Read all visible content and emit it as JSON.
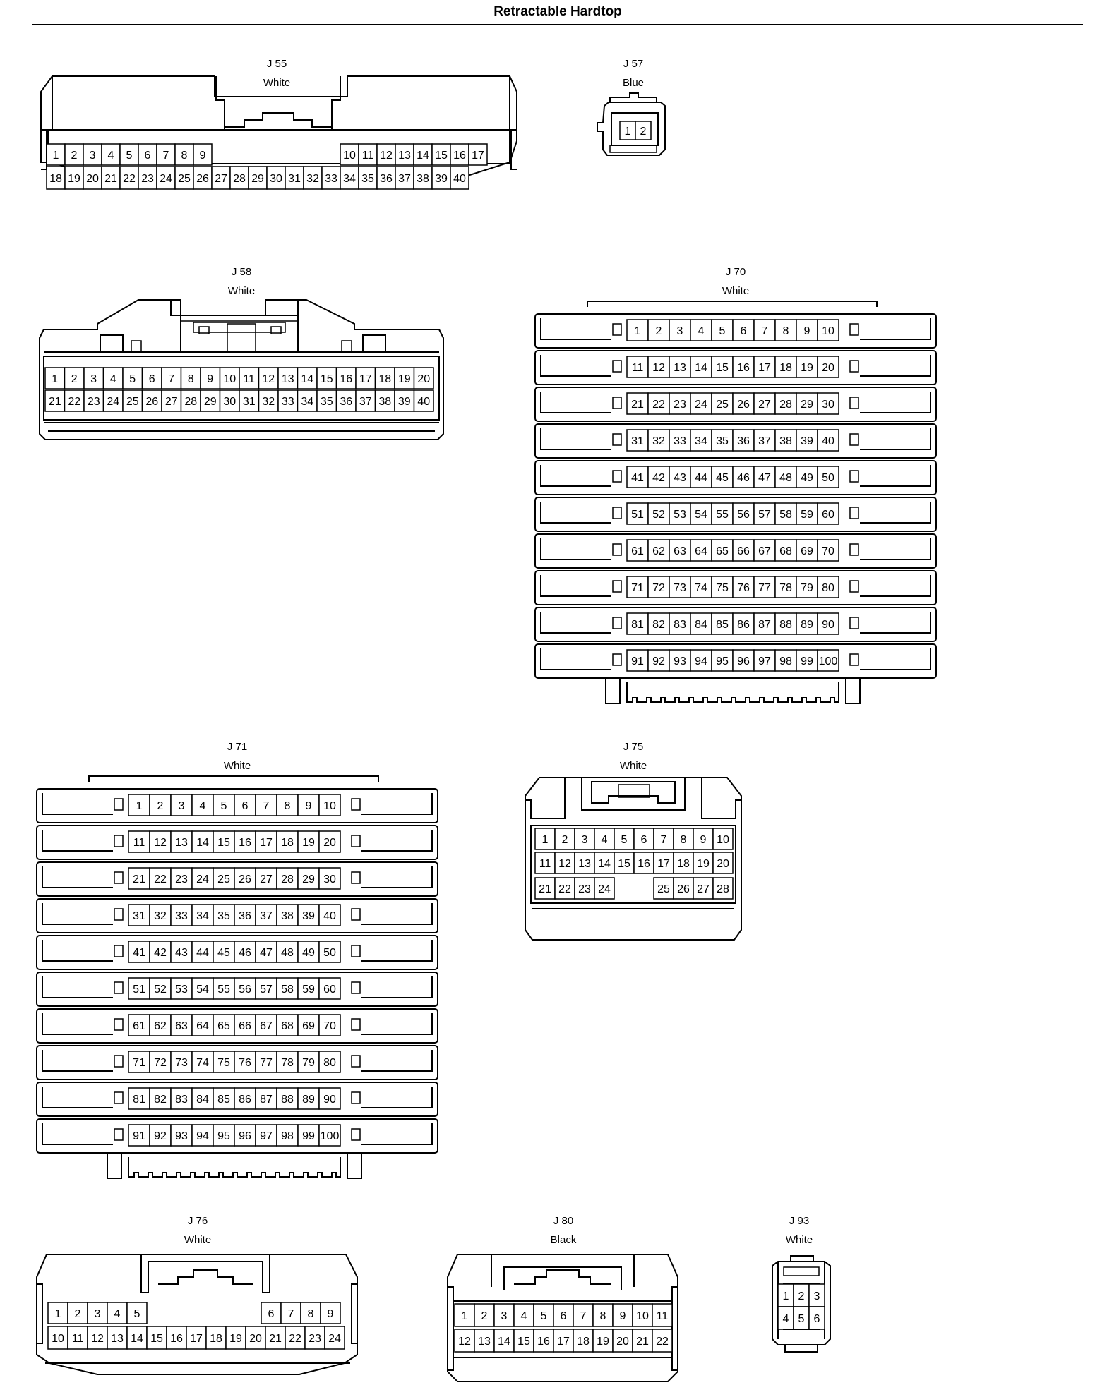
{
  "page": {
    "title": "Retractable Hardtop"
  },
  "connectors": {
    "j55": {
      "id": "J 55",
      "color": "White"
    },
    "j57": {
      "id": "J 57",
      "color": "Blue"
    },
    "j58": {
      "id": "J 58",
      "color": "White"
    },
    "j70": {
      "id": "J 70",
      "color": "White"
    },
    "j71": {
      "id": "J 71",
      "color": "White"
    },
    "j75": {
      "id": "J 75",
      "color": "White"
    },
    "j76": {
      "id": "J 76",
      "color": "White"
    },
    "j80": {
      "id": "J 80",
      "color": "Black"
    },
    "j93": {
      "id": "J 93",
      "color": "White"
    }
  },
  "pins": {
    "j55": [
      [
        1,
        2,
        3,
        4,
        5,
        6,
        7,
        8,
        9,
        10,
        11,
        12,
        13,
        14,
        15,
        16,
        17
      ],
      [
        18,
        19,
        20,
        21,
        22,
        23,
        24,
        25,
        26,
        27,
        28,
        29,
        30,
        31,
        32,
        33,
        34,
        35,
        36,
        37,
        38,
        39,
        40
      ]
    ],
    "j57": [
      [
        1,
        2
      ]
    ],
    "j58": [
      [
        1,
        2,
        3,
        4,
        5,
        6,
        7,
        8,
        9,
        10,
        11,
        12,
        13,
        14,
        15,
        16,
        17,
        18,
        19,
        20
      ],
      [
        21,
        22,
        23,
        24,
        25,
        26,
        27,
        28,
        29,
        30,
        31,
        32,
        33,
        34,
        35,
        36,
        37,
        38,
        39,
        40
      ]
    ],
    "j70": [
      [
        1,
        2,
        3,
        4,
        5,
        6,
        7,
        8,
        9,
        10
      ],
      [
        11,
        12,
        13,
        14,
        15,
        16,
        17,
        18,
        19,
        20
      ],
      [
        21,
        22,
        23,
        24,
        25,
        26,
        27,
        28,
        29,
        30
      ],
      [
        31,
        32,
        33,
        34,
        35,
        36,
        37,
        38,
        39,
        40
      ],
      [
        41,
        42,
        43,
        44,
        45,
        46,
        47,
        48,
        49,
        50
      ],
      [
        51,
        52,
        53,
        54,
        55,
        56,
        57,
        58,
        59,
        60
      ],
      [
        61,
        62,
        63,
        64,
        65,
        66,
        67,
        68,
        69,
        70
      ],
      [
        71,
        72,
        73,
        74,
        75,
        76,
        77,
        78,
        79,
        80
      ],
      [
        81,
        82,
        83,
        84,
        85,
        86,
        87,
        88,
        89,
        90
      ],
      [
        91,
        92,
        93,
        94,
        95,
        96,
        97,
        98,
        99,
        100
      ]
    ],
    "j71": [
      [
        1,
        2,
        3,
        4,
        5,
        6,
        7,
        8,
        9,
        10
      ],
      [
        11,
        12,
        13,
        14,
        15,
        16,
        17,
        18,
        19,
        20
      ],
      [
        21,
        22,
        23,
        24,
        25,
        26,
        27,
        28,
        29,
        30
      ],
      [
        31,
        32,
        33,
        34,
        35,
        36,
        37,
        38,
        39,
        40
      ],
      [
        41,
        42,
        43,
        44,
        45,
        46,
        47,
        48,
        49,
        50
      ],
      [
        51,
        52,
        53,
        54,
        55,
        56,
        57,
        58,
        59,
        60
      ],
      [
        61,
        62,
        63,
        64,
        65,
        66,
        67,
        68,
        69,
        70
      ],
      [
        71,
        72,
        73,
        74,
        75,
        76,
        77,
        78,
        79,
        80
      ],
      [
        81,
        82,
        83,
        84,
        85,
        86,
        87,
        88,
        89,
        90
      ],
      [
        91,
        92,
        93,
        94,
        95,
        96,
        97,
        98,
        99,
        100
      ]
    ],
    "j75": [
      [
        1,
        2,
        3,
        4,
        5,
        6,
        7,
        8,
        9,
        10
      ],
      [
        11,
        12,
        13,
        14,
        15,
        16,
        17,
        18,
        19,
        20
      ],
      [
        21,
        22,
        23,
        24,
        25,
        26,
        27,
        28
      ]
    ],
    "j76": [
      [
        1,
        2,
        3,
        4,
        5,
        6,
        7,
        8,
        9
      ],
      [
        10,
        11,
        12,
        13,
        14,
        15,
        16,
        17,
        18,
        19,
        20,
        21,
        22,
        23,
        24
      ]
    ],
    "j80": [
      [
        1,
        2,
        3,
        4,
        5,
        6,
        7,
        8,
        9,
        10,
        11
      ],
      [
        12,
        13,
        14,
        15,
        16,
        17,
        18,
        19,
        20,
        21,
        22
      ]
    ],
    "j93": [
      [
        1,
        2,
        3
      ],
      [
        4,
        5,
        6
      ]
    ]
  }
}
